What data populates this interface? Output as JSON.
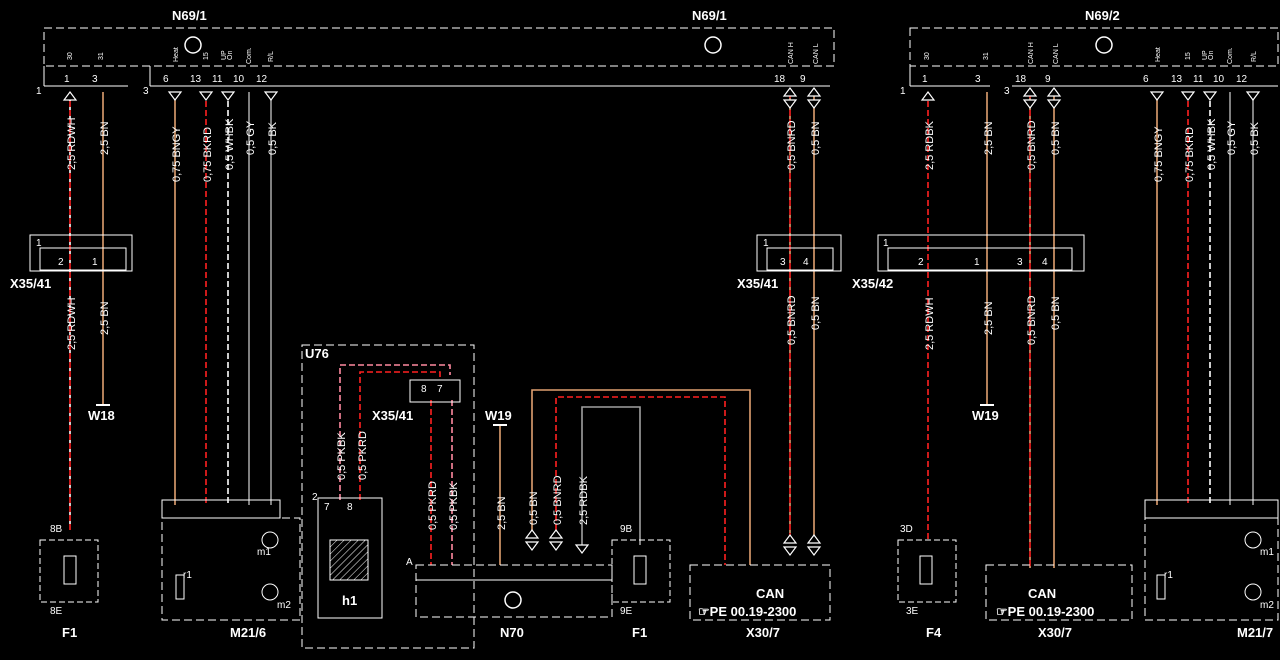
{
  "components": {
    "n69_1_left": "N69/1",
    "n69_1_right": "N69/1",
    "n69_2": "N69/2",
    "x35_41_a": "X35/41",
    "x35_41_b": "X35/41",
    "x35_41_c": "X35/41",
    "x35_42": "X35/42",
    "u76": "U76",
    "w18": "W18",
    "w19_a": "W19",
    "w19_b": "W19",
    "f1_a": "F1",
    "f1_b": "F1",
    "f4": "F4",
    "m21_6": "M21/6",
    "m21_7": "M21/7",
    "n70": "N70",
    "x30_7_a": "X30/7",
    "x30_7_b": "X30/7",
    "h1": "h1",
    "r1_a": "r1",
    "r1_b": "r1",
    "m1_a": "m1",
    "m2_a": "m2",
    "m1_b": "m1",
    "m2_b": "m2"
  },
  "pins_n69_1": [
    "30",
    "31",
    "Heat",
    "15",
    "UP",
    "On",
    "Com.",
    "R/L",
    "CAN H",
    "CAN L"
  ],
  "pins_n69_2": [
    "30",
    "31",
    "CAN H",
    "CAN L",
    "Heat",
    "15",
    "UP",
    "On",
    "Com.",
    "R/L"
  ],
  "wires": {
    "w_rdwh_1": "2,5 RDWH",
    "w_bn_1": "2,5 BN",
    "w_bngy_1": "0,75 BNGY",
    "w_bkrd_1": "0,75 BKRD",
    "w_whbk_1": "0,5 WHBK",
    "w_gy_1": "0,5 GY",
    "w_bk_1": "0,5 BK",
    "w_bnrd_1": "0,5 BNRD",
    "w_bn_can_1": "0,5 BN",
    "w_rdwh_2": "2,5 RDWH",
    "w_bn_2": "2,5 BN",
    "w_bnrd_2": "0,5 BNRD",
    "w_bn_can_2": "0,5 BN",
    "w_pkbk_1": "0,5 PKBK",
    "w_pkrd_1": "0,5 PKRD",
    "w_pkrd_2": "0,5 PKRD",
    "w_pkbk_2": "0,5 PKBK",
    "w_bn_w19": "2,5 BN",
    "w_bn_n70": "0,5 BN",
    "w_bnrd_n70": "0,5 BNRD",
    "w_rdbk_n70": "2,5 RDBK",
    "w_rdbk_r": "2,5 RDBK",
    "w_bn_r": "2,5 BN",
    "w_bnrd_r": "0,5 BNRD",
    "w_bn_r2": "0,5 BN",
    "w_bngy_r": "0,75 BNGY",
    "w_bkrd_r": "0,75 BKRD",
    "w_whbk_r": "0,5 WHBK",
    "w_gy_r": "0,5 GY",
    "w_bk_r": "0,5 BK",
    "w_rdwh_r": "2,5 RDWH",
    "w_bn_r3": "2,5 BN",
    "w_bnrd_r3": "0,5 BNRD",
    "w_bn_r4": "0,5 BN"
  },
  "can": {
    "can_a": "CAN",
    "can_b": "CAN",
    "ref_a": "PE 00.19-2300",
    "ref_b": "PE 00.19-2300"
  },
  "fuses": {
    "f1a_top": "8B",
    "f1a_bot": "8E",
    "f1b_top": "9B",
    "f1b_bot": "9E",
    "f4_top": "3D",
    "f4_bot": "3E"
  },
  "colors": {
    "background": "#000000",
    "line": "#ffffff",
    "red": "#ff2020",
    "brown": "#e0a070",
    "gray": "#a0a0a0",
    "pink": "#ff8aa0"
  }
}
